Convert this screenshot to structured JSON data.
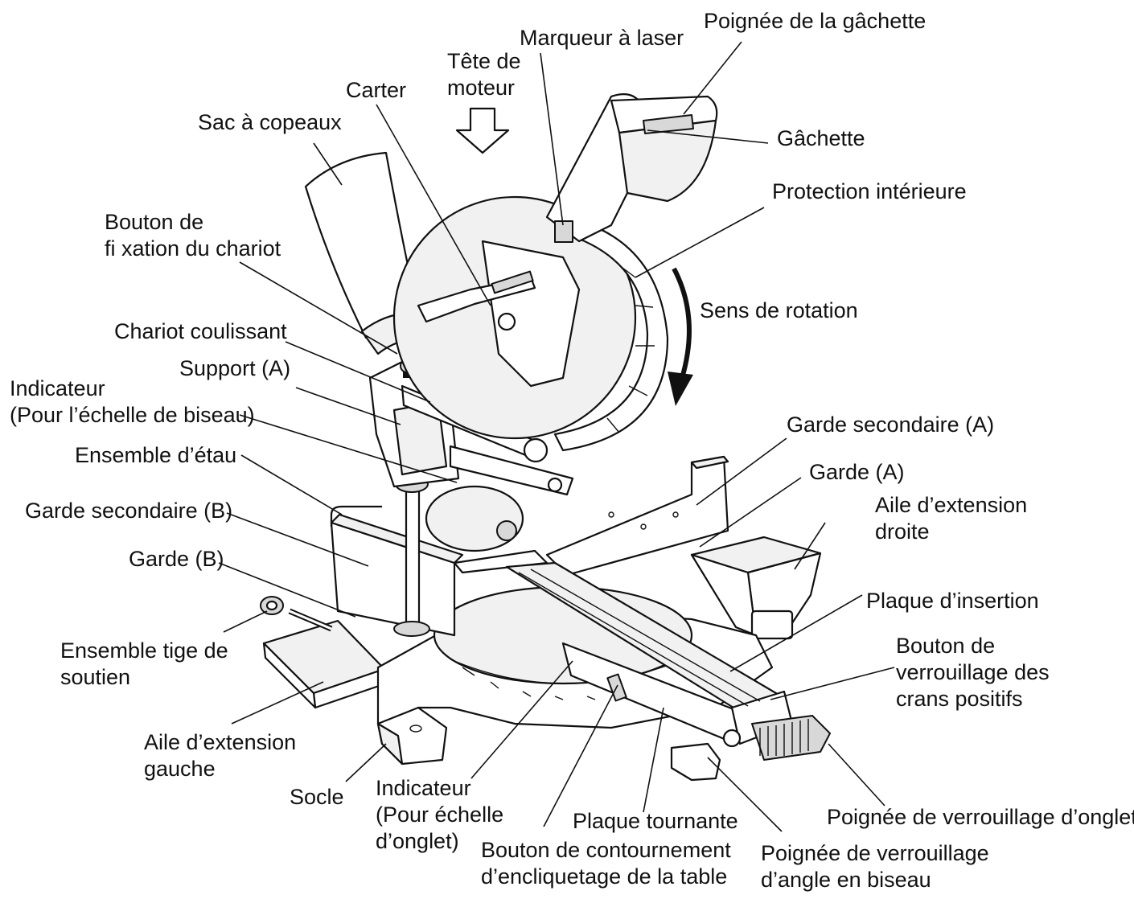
{
  "diagram": {
    "labels": {
      "poignee_gachette": "Poignée de la gâchette",
      "marqueur_laser": "Marqueur à laser",
      "tete_moteur": "Tête de\nmoteur",
      "carter": "Carter",
      "sac_copeaux": "Sac à copeaux",
      "gachette": "Gâchette",
      "protection_interieure": "Protection intérieure",
      "bouton_fixation": "Bouton de\nfi xation du chariot",
      "sens_rotation": "Sens de rotation",
      "chariot_coulissant": "Chariot coulissant",
      "support_a": "Support (A)",
      "indicateur_biseau": "Indicateur\n(Pour l’échelle de biseau)",
      "garde_secondaire_a": "Garde secondaire (A)",
      "ensemble_etau": "Ensemble d’étau",
      "garde_a": "Garde (A)",
      "garde_secondaire_b": "Garde secondaire (B)",
      "aile_droite": "Aile d’extension\ndroite",
      "garde_b": "Garde (B)",
      "plaque_insertion": "Plaque d’insertion",
      "ensemble_tige": "Ensemble tige de\nsoutien",
      "bouton_crans": "Bouton de\nverrouillage des\ncrans positifs",
      "aile_gauche": "Aile d’extension\ngauche",
      "socle": "Socle",
      "indicateur_onglet": "Indicateur\n(Pour échelle\nd’onglet)",
      "plaque_tournante": "Plaque tournante",
      "poignee_onglet": "Poignée de verrouillage d’onglet",
      "bouton_contournement": "Bouton de contournement\nd’encliquetage de la table",
      "poignee_biseau": "Poignée de verrouillage\nd’angle en biseau"
    }
  }
}
